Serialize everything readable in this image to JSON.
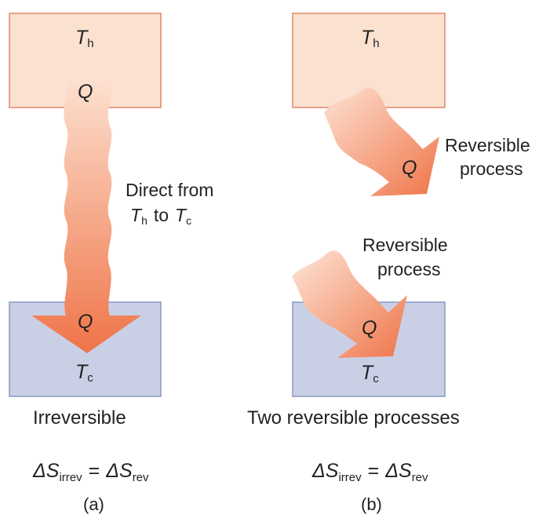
{
  "colors": {
    "hot_fill": "#fbe1d0",
    "hot_stroke": "#e0896a",
    "cold_fill": "#c9d0e6",
    "cold_stroke": "#8a97c4",
    "arrow_light": "#fde2d2",
    "arrow_dark": "#ef7448",
    "text": "#222222"
  },
  "panel_a": {
    "hot_label": {
      "main": "T",
      "sub": "h"
    },
    "cold_label": {
      "main": "T",
      "sub": "c"
    },
    "q_top": "Q",
    "q_bottom": "Q",
    "annotation": {
      "line1": "Direct from",
      "t1": "T",
      "t1_sub": "h",
      "to": "to",
      "t2": "T",
      "t2_sub": "c"
    },
    "caption": "Irreversible",
    "equation": {
      "delta": "ΔS",
      "sub1": "irrev",
      "eq": "=",
      "delta2": "ΔS",
      "sub2": "rev"
    },
    "tag": "(a)"
  },
  "panel_b": {
    "hot_label": {
      "main": "T",
      "sub": "h"
    },
    "cold_label": {
      "main": "T",
      "sub": "c"
    },
    "q_upper": "Q",
    "q_lower": "Q",
    "upper_label": [
      "Reversible",
      "process"
    ],
    "lower_label": [
      "Reversible",
      "process"
    ],
    "caption": "Two reversible processes",
    "equation": {
      "delta": "ΔS",
      "sub1": "irrev",
      "eq": "=",
      "delta2": "ΔS",
      "sub2": "rev"
    },
    "tag": "(b)"
  }
}
